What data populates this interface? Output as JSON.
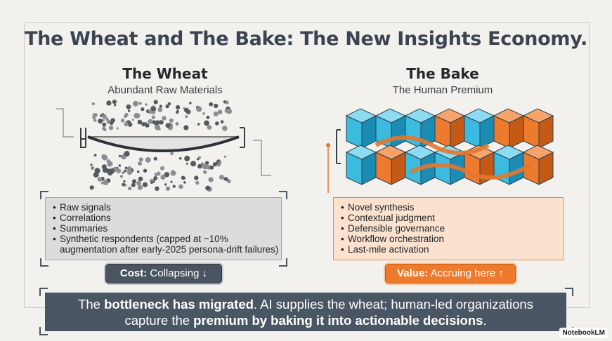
{
  "title": "The Wheat and The Bake: The New Insights Economy.",
  "wheat": {
    "title": "The Wheat",
    "subtitle": "Abundant Raw Materials",
    "items": [
      "Raw signals",
      "Correlations",
      "Summaries",
      "Synthetic respondents (capped at ~10%",
      "augmentation after early-2025 persona-drift failures)"
    ],
    "pill_label": "Cost:",
    "pill_value": "Collapsing ↓"
  },
  "bake": {
    "title": "The Bake",
    "subtitle": "The Human Premium",
    "items": [
      "Novel synthesis",
      "Contextual judgment",
      "Defensible governance",
      "Workflow orchestration",
      "Last-mile activation"
    ],
    "pill_label": "Value:",
    "pill_value": "Accruing here ↑"
  },
  "banner": {
    "line1_pre": "The ",
    "line1_bold": "bottleneck has migrated",
    "line1_post": ". AI supplies the wheat; human-led organizations",
    "line2_pre": "capture the ",
    "line2_bold": "premium by baking it into actionable decisions",
    "line2_post": "."
  },
  "logo": "NotebookLM",
  "colors": {
    "slate": "#4a5663",
    "orange": "#ed7a2d",
    "cyan": "#3bbbe0"
  }
}
